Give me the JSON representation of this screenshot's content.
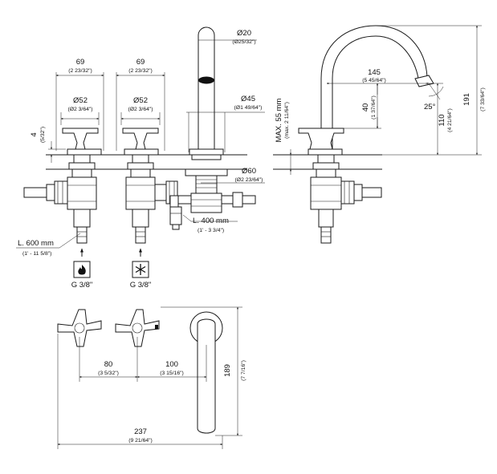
{
  "front_view": {
    "handle_width_left": {
      "main": "69",
      "sub": "(2 23/32\")"
    },
    "handle_width_right": {
      "main": "69",
      "sub": "(2 23/32\")"
    },
    "handle_dia_left": {
      "main": "Ø52",
      "sub": "(Ø2 3/64\")"
    },
    "handle_dia_right": {
      "main": "Ø52",
      "sub": "(Ø2 3/64\")"
    },
    "spout_dia": {
      "main": "Ø20",
      "sub": "(Ø25/32\")"
    },
    "spout_base_dia": {
      "main": "Ø45",
      "sub": "(Ø1 49/64\")"
    },
    "flange_dia": {
      "main": "Ø60",
      "sub": "(Ø2 23/64\")"
    },
    "handle_height": {
      "main": "4",
      "sub": "(5/32\")"
    },
    "hose_length_main": {
      "main": "L. 400 mm",
      "sub": "(1' - 3 3/4\")"
    },
    "hose_length_supply": {
      "main": "L. 600 mm",
      "sub": "(1' - 11 5/8\")"
    },
    "inlet_hot": "G 3/8\"",
    "inlet_cold": "G 3/8\""
  },
  "side_view": {
    "reach": {
      "main": "145",
      "sub": "(5 45/64\")"
    },
    "outlet_height_upper": {
      "main": "40",
      "sub": "(1 37/64\")"
    },
    "outlet_height": {
      "main": "110",
      "sub": "(4 21/64\")"
    },
    "total_height": {
      "main": "191",
      "sub": "(7 33/64\")"
    },
    "deck_thickness": {
      "main": "MAX. 55 mm",
      "sub": "(max. 2 11/64\")"
    },
    "outlet_angle": "25°"
  },
  "top_view": {
    "handle_spacing": {
      "main": "80",
      "sub": "(3 5/32\")"
    },
    "spout_spacing": {
      "main": "100",
      "sub": "(3 15/16\")"
    },
    "total_width": {
      "main": "237",
      "sub": "(9 21/64\")"
    },
    "depth": {
      "main": "189",
      "sub": "(7 7/16\")"
    }
  },
  "icons": [
    "flame-icon",
    "snowflake-icon",
    "arrow-up-icon"
  ]
}
